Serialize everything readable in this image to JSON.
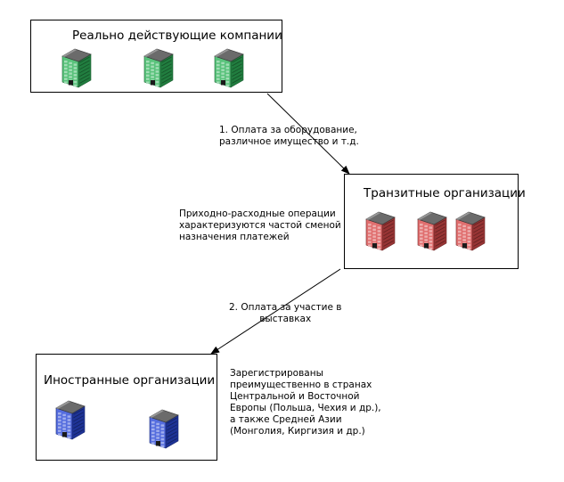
{
  "boxes": {
    "real": {
      "title": "Реально действующие компании"
    },
    "transit": {
      "title": "Транзитные организации"
    },
    "foreign": {
      "title": "Иностранные организации"
    }
  },
  "notes": {
    "payment1": [
      "1. Оплата за оборудование,",
      "различное имущество и т.д."
    ],
    "operations": [
      "Приходно-расходные операции",
      "характеризуются частой сменой",
      "назначения платежей"
    ],
    "payment2": [
      "2. Оплата за участие в",
      "выставках"
    ],
    "registered": [
      "Зарегистрированы",
      "преимущественно в странах",
      "Центральной и Восточной",
      "Европы (Польша, Чехия и др.),",
      "а также Средней Азии",
      "(Монголия, Киргизия и др.)"
    ]
  },
  "colors": {
    "real_building": "#2fb35a",
    "transit_building": "#d84a4a",
    "foreign_building": "#2b49d6",
    "border": "#000000"
  },
  "icons": {
    "building": "office-building-icon"
  }
}
